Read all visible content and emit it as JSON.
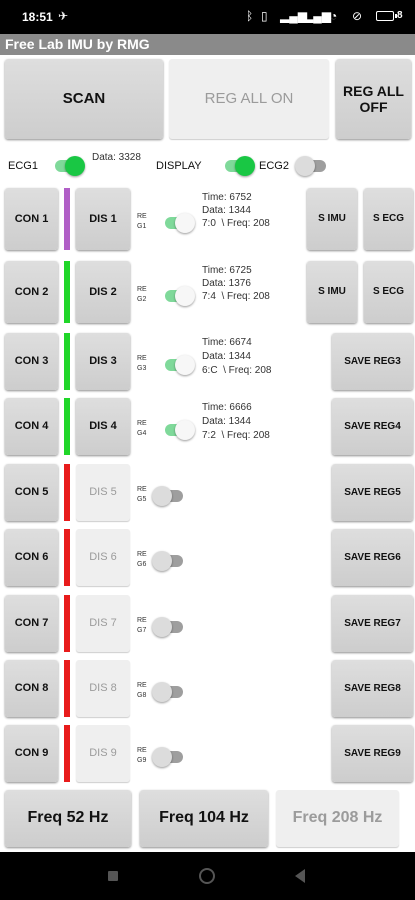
{
  "status_bar": {
    "time": "18:51",
    "battery": "8"
  },
  "app": {
    "title": "Free Lab IMU by RMG"
  },
  "top_buttons": {
    "scan": "SCAN",
    "reg_all_on": "REG ALL ON",
    "reg_all_off": "REG ALL OFF"
  },
  "ecg_row": {
    "ecg1": "ECG1",
    "data": "Data: 3328",
    "display": "DISPLAY",
    "ecg2": "ECG2"
  },
  "rows": [
    {
      "con": "CON 1",
      "dis": "DIS 1",
      "reg": "RE G1",
      "time": "Time: 6752",
      "data": "Data: 1344",
      "freq": "7:0  \\ Freq: 208",
      "s_imu": "S IMU",
      "s_ecg": "S ECG"
    },
    {
      "con": "CON 2",
      "dis": "DIS 2",
      "reg": "RE G2",
      "time": "Time: 6725",
      "data": "Data: 1376",
      "freq": "7:4  \\ Freq: 208",
      "s_imu": "S IMU",
      "s_ecg": "S ECG"
    },
    {
      "con": "CON 3",
      "dis": "DIS 3",
      "reg": "RE G3",
      "time": "Time: 6674",
      "data": "Data: 1344",
      "freq": "6:C  \\ Freq: 208",
      "save": "SAVE REG3"
    },
    {
      "con": "CON 4",
      "dis": "DIS 4",
      "reg": "RE G4",
      "time": "Time: 6666",
      "data": "Data: 1344",
      "freq": "7:2  \\ Freq: 208",
      "save": "SAVE REG4"
    },
    {
      "con": "CON 5",
      "dis": "DIS 5",
      "reg": "RE G5",
      "save": "SAVE REG5"
    },
    {
      "con": "CON 6",
      "dis": "DIS 6",
      "reg": "RE G6",
      "save": "SAVE REG6"
    },
    {
      "con": "CON 7",
      "dis": "DIS 7",
      "reg": "RE G7",
      "save": "SAVE REG7"
    },
    {
      "con": "CON 8",
      "dis": "DIS 8",
      "reg": "RE G8",
      "save": "SAVE REG8"
    },
    {
      "con": "CON 9",
      "dis": "DIS 9",
      "reg": "RE G9",
      "save": "SAVE REG9"
    }
  ],
  "freq_buttons": {
    "f52": "Freq 52 Hz",
    "f104": "Freq 104 Hz",
    "f208": "Freq 208 Hz"
  },
  "colors": {
    "ecg_bar": "#b15fc7",
    "connected_bar": "#20d629",
    "disconnected_bar": "#e81b1b"
  }
}
